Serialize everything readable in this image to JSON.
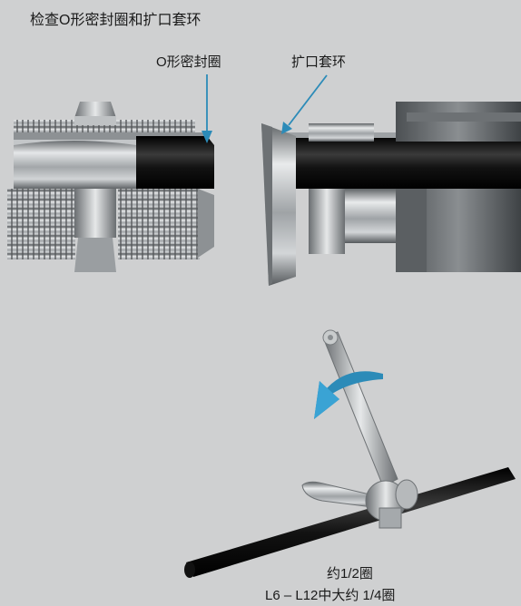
{
  "title": "检查O形密封圈和扩口套环",
  "labels": {
    "o_ring": "O形密封圈",
    "flare_ring": "扩口套环"
  },
  "note": {
    "line1": "约1/2圈",
    "line2": "L6 – L12中大约 1/4圈"
  },
  "colors": {
    "background": "#cfd0d1",
    "arrow": "#2c8bb8",
    "tube": "#1b1b1b",
    "metal": "#a9acaf"
  },
  "icons": [
    "fitting-body-icon",
    "nut-icon",
    "wrench-icon",
    "rotation-arrow-icon"
  ]
}
